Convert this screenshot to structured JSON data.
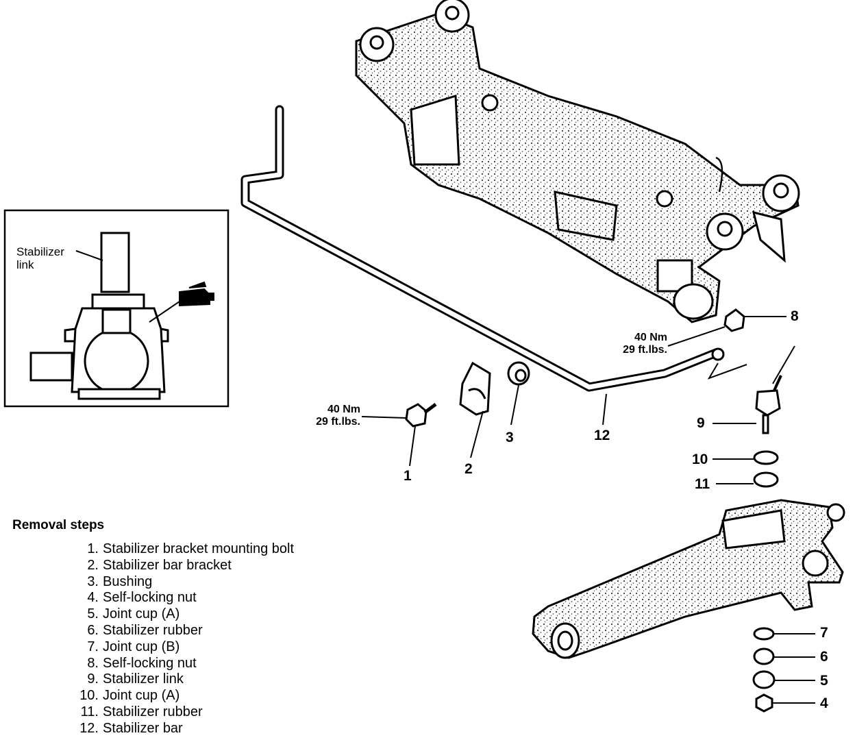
{
  "inset": {
    "label_line1": "Stabilizer",
    "label_line2": "link"
  },
  "torque_labels": [
    {
      "nm": "40 Nm",
      "ftlbs": "29 ft.lbs."
    },
    {
      "nm": "40 Nm",
      "ftlbs": "29 ft.lbs."
    }
  ],
  "callouts": [
    "1",
    "2",
    "3",
    "4",
    "5",
    "6",
    "7",
    "8",
    "9",
    "10",
    "11",
    "12"
  ],
  "removal": {
    "title": "Removal steps",
    "steps": [
      {
        "num": "1.",
        "text": "Stabilizer bracket mounting bolt"
      },
      {
        "num": "2.",
        "text": "Stabilizer bar bracket"
      },
      {
        "num": "3.",
        "text": "Bushing"
      },
      {
        "num": "4.",
        "text": "Self-locking nut"
      },
      {
        "num": "5.",
        "text": "Joint cup (A)"
      },
      {
        "num": "6.",
        "text": "Stabilizer rubber"
      },
      {
        "num": "7.",
        "text": "Joint cup (B)"
      },
      {
        "num": "8.",
        "text": "Self-locking nut"
      },
      {
        "num": "9.",
        "text": "Stabilizer link"
      },
      {
        "num": "10.",
        "text": "Joint cup (A)"
      },
      {
        "num": "11.",
        "text": "Stabilizer rubber"
      },
      {
        "num": "12.",
        "text": "Stabilizer bar"
      }
    ]
  },
  "icons": {
    "crossmember": "rear-crossmember-illustration",
    "stabilizer_bar": "stabilizer-bar-illustration",
    "trailing_arm": "trailing-arm-illustration",
    "grease_gun": "grease-gun-icon"
  }
}
